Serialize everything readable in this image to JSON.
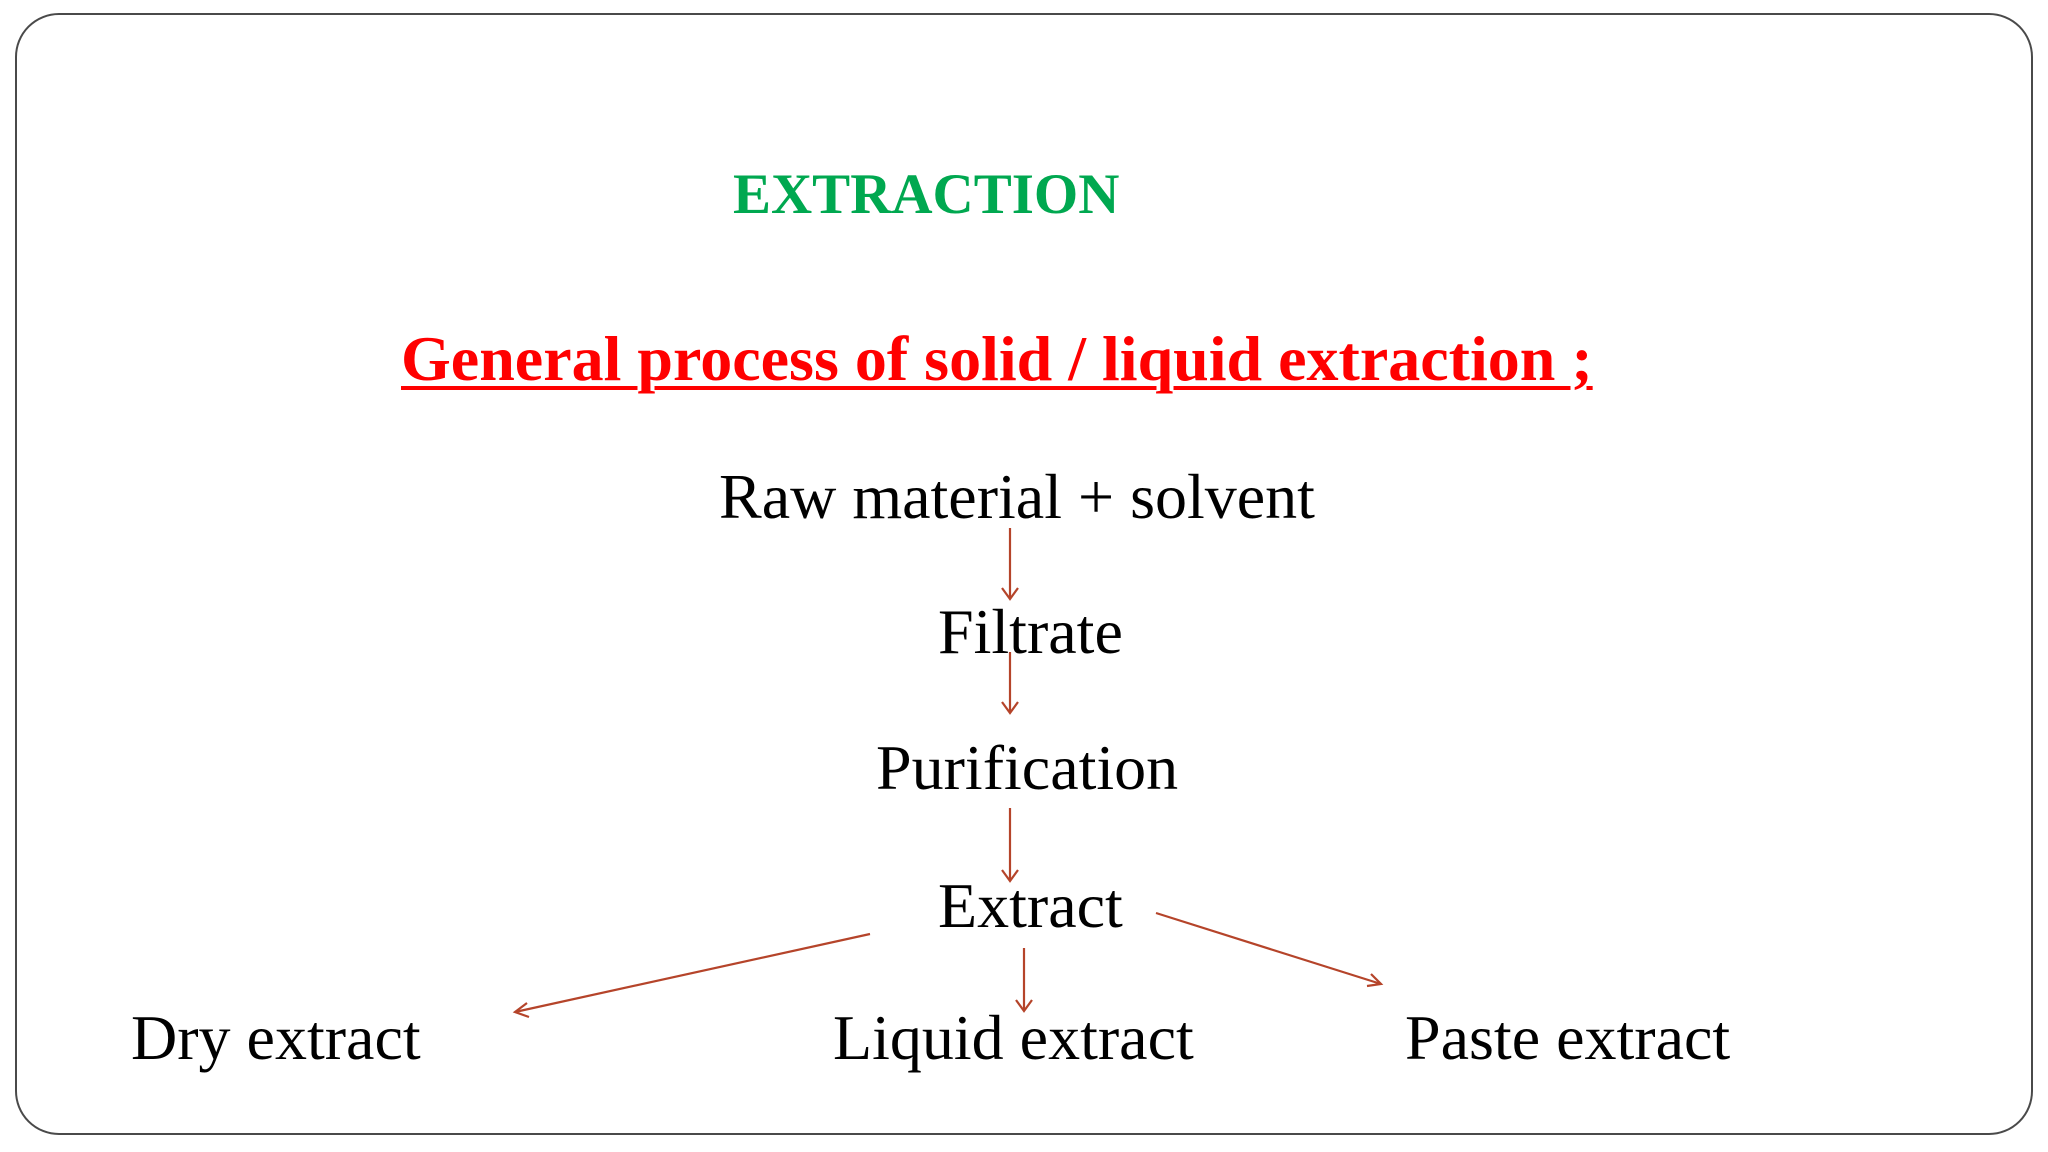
{
  "diagram": {
    "title": "EXTRACTION",
    "subtitle": "General process of solid / liquid extraction ;",
    "steps": [
      "Raw material + solvent",
      "Filtrate",
      "Purification",
      "Extract"
    ],
    "outputs": [
      "Dry extract",
      "Liquid extract",
      "Paste extract"
    ]
  },
  "colors": {
    "title": "#00a850",
    "subtitle": "#ff0000",
    "text": "#000000",
    "arrow": "#b5442a",
    "frame": "#4a4a4a"
  }
}
